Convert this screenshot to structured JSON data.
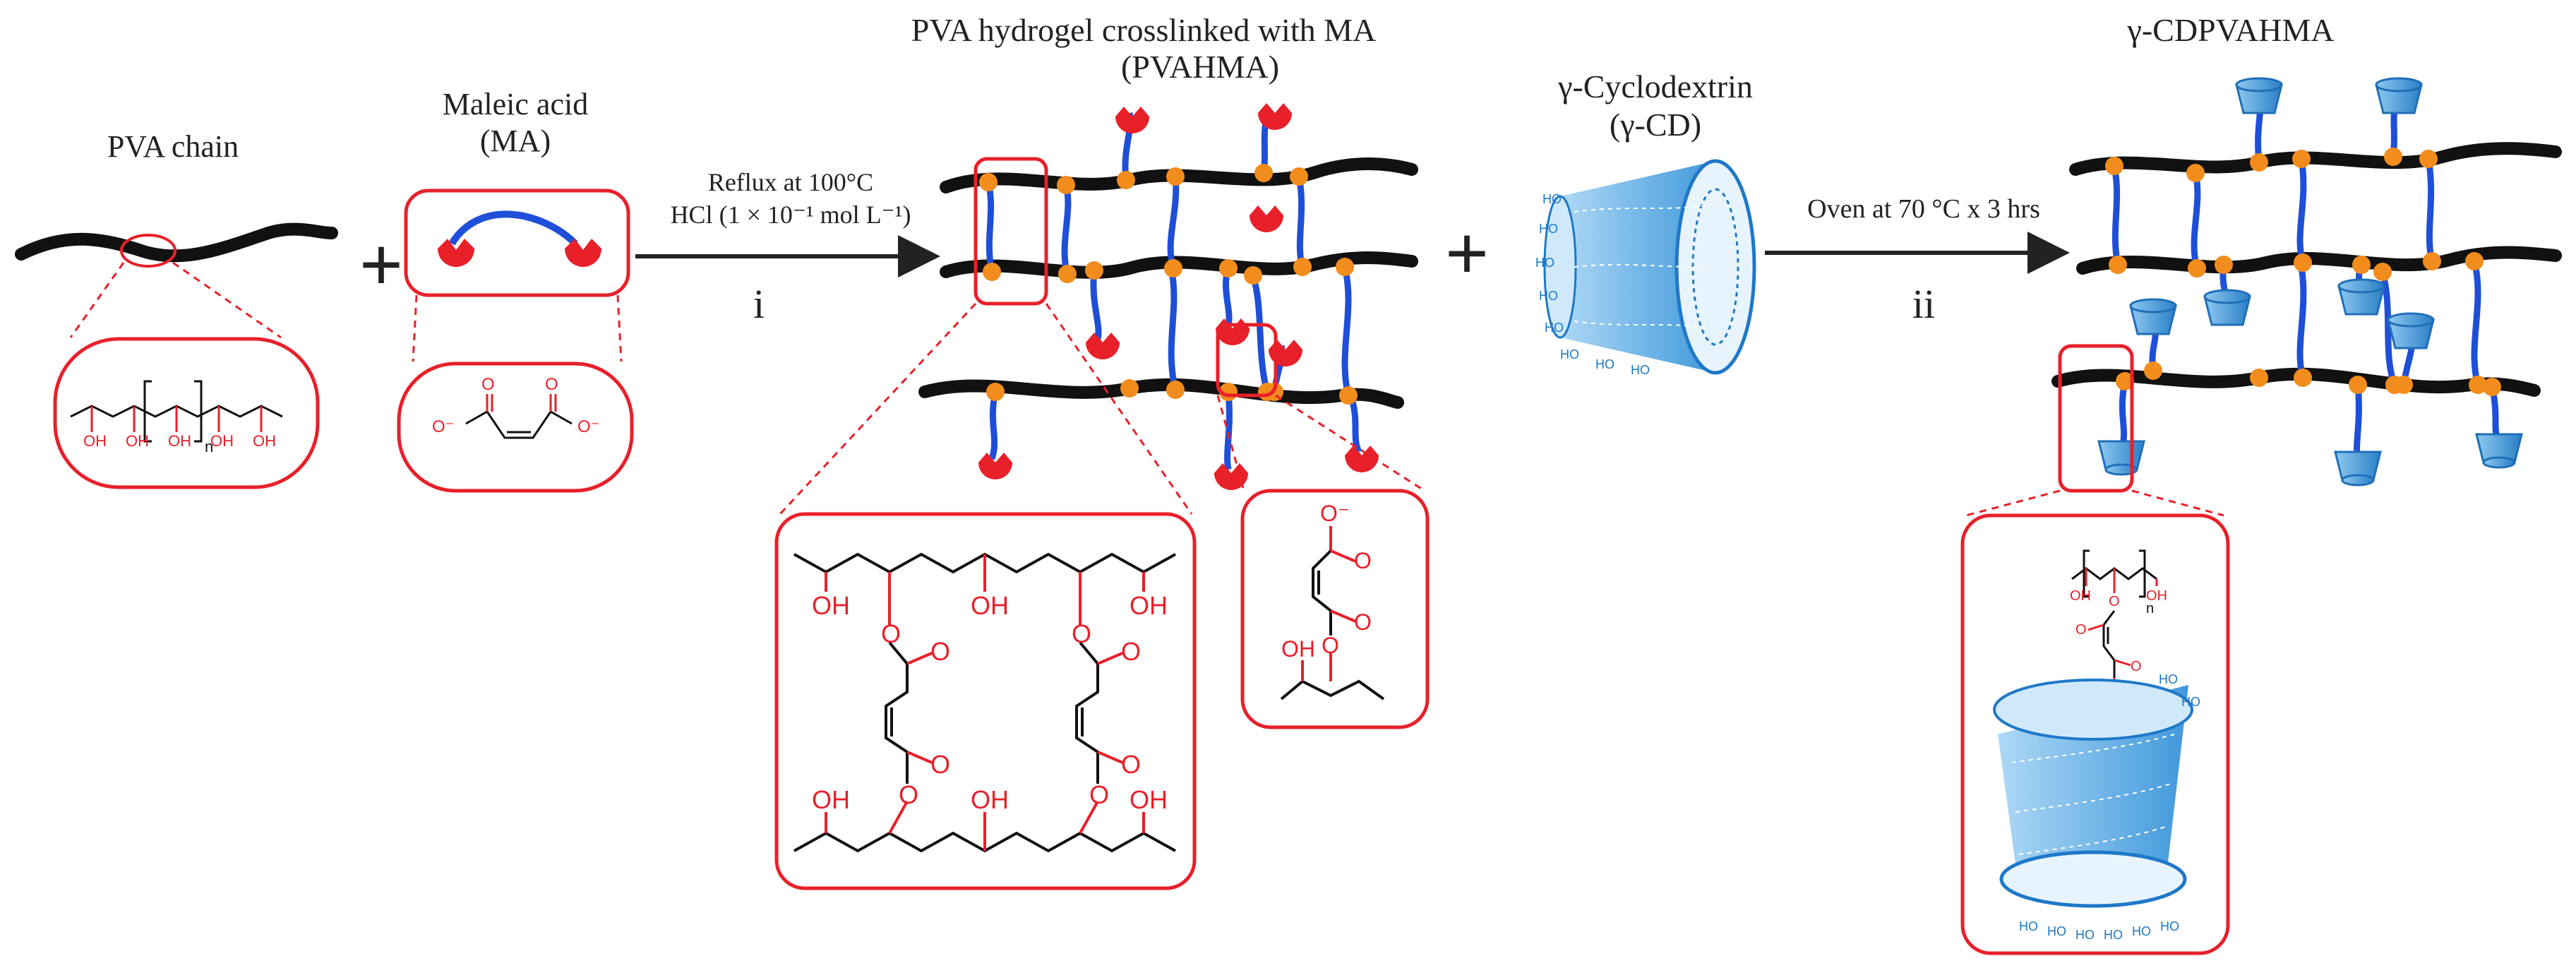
{
  "labels": {
    "pva_chain": "PVA chain",
    "ma_line1": "Maleic acid",
    "ma_line2": "(MA)",
    "cond1_line1": "Reflux at 100°C",
    "cond1_line2": "HCl (1 × 10⁻¹ mol L⁻¹)",
    "step1": "i",
    "pvahma_line1": "PVA hydrogel crosslinked with MA",
    "pvahma_line2": "(PVAHMA)",
    "cd_line1": "γ-Cyclodextrin",
    "cd_line2": "(γ-CD)",
    "cond2": "Oven at 70 °C x 3 hrs",
    "step2": "ii",
    "product": "γ-CDPVAHMA",
    "plus": "+"
  },
  "chem": {
    "oh": "OH",
    "ho": "HO",
    "n": "n",
    "o": "O",
    "o_minus": "O⁻"
  },
  "colors": {
    "chain": "#111111",
    "linker": "#1f4fd8",
    "node": "#f28c1c",
    "highlight": "#e8202a",
    "cyclodextrin": "#2b8fd6"
  }
}
